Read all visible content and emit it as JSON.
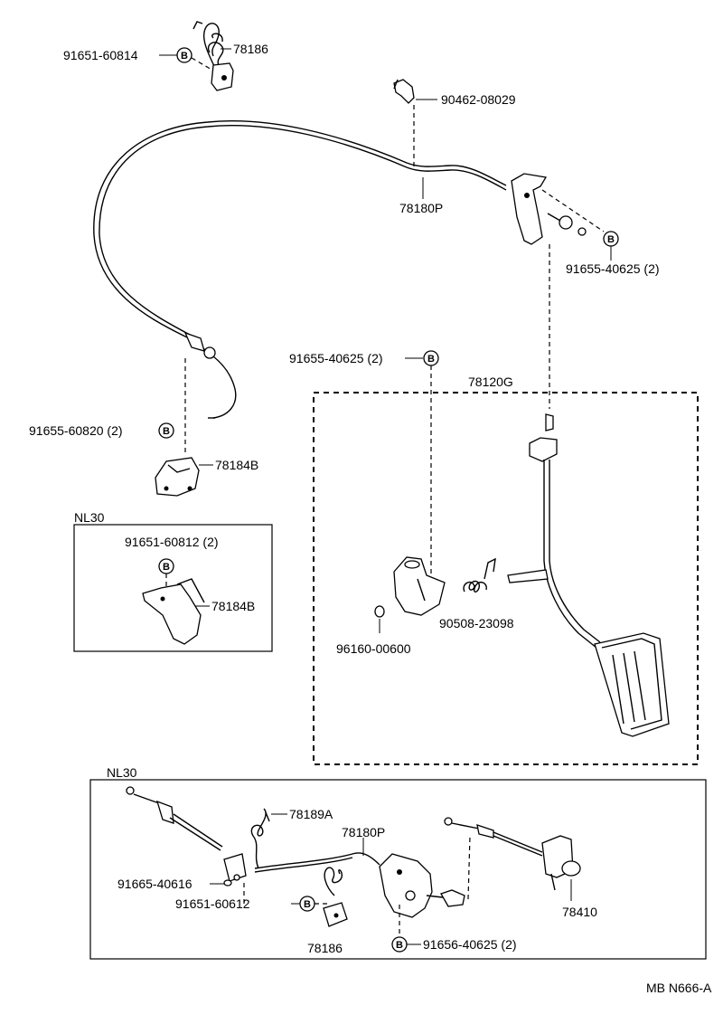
{
  "diagram": {
    "labels": {
      "p91651_60814": "91651-60814",
      "p78186_top": "78186",
      "p90462_08029": "90462-08029",
      "p78180P_top": "78180P",
      "p91655_40625_right": "91655-40625 (2)",
      "p91655_40625_left": "91655-40625 (2)",
      "p78120G": "78120G",
      "p91655_60820": "91655-60820 (2)",
      "p78184B_top": "78184B",
      "nl30_a": "NL30",
      "p91651_60812": "91651-60812 (2)",
      "p78184B_box": "78184B",
      "p90508_23098": "90508-23098",
      "p96160_00600": "96160-00600",
      "nl30_b": "NL30",
      "p78189A": "78189A",
      "p78180P_bottom": "78180P",
      "p91665_40616": "91665-40616",
      "p91651_60612": "91651-60612",
      "p78186_bottom": "78186",
      "p91656_40625": "91656-40625 (2)",
      "p78410": "78410",
      "diagram_code": "MB N666-A"
    },
    "bolt_marker_letter": "B"
  }
}
